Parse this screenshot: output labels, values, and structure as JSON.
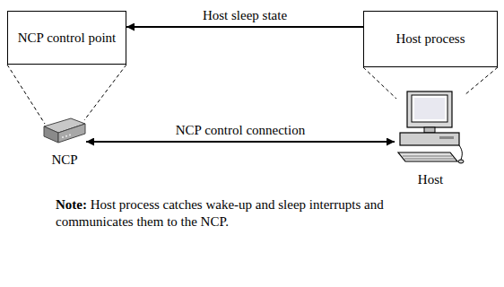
{
  "diagram": {
    "nodes": [
      {
        "text": [
          "NCP control point"
        ]
      },
      {
        "text": [
          "Host process"
        ]
      },
      {
        "text": [
          "NCP"
        ]
      },
      {
        "text": [
          "Host"
        ]
      }
    ],
    "edges": [
      {
        "from": 1,
        "to": 0,
        "arrow": "to",
        "label": "Host sleep state"
      },
      {
        "from": 2,
        "to": 3,
        "arrow": "both",
        "label": "NCP control connection"
      }
    ],
    "labels": [
      "Note:",
      "Host process catches wake-up and sleep interrupts and communicates them to the NCP."
    ]
  }
}
